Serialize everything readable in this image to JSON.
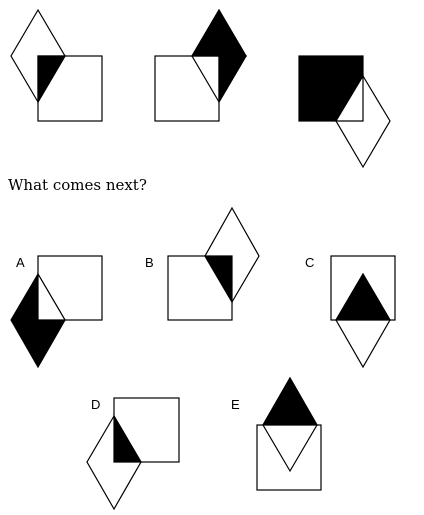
{
  "question": "What comes next?",
  "colors": {
    "stroke": "#000000",
    "fill_dark": "#000000",
    "fill_light": "#ffffff"
  },
  "options": [
    {
      "label": "A"
    },
    {
      "label": "B"
    },
    {
      "label": "C"
    },
    {
      "label": "D"
    },
    {
      "label": "E"
    }
  ]
}
